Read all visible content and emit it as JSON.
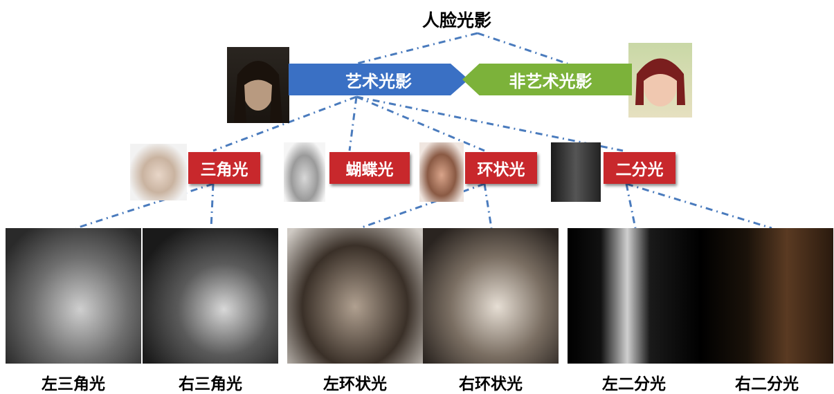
{
  "title": "人脸光影",
  "categories": {
    "art": "艺术光影",
    "non_art": "非艺术光影"
  },
  "art_types": [
    {
      "label": "三角光"
    },
    {
      "label": "蝴蝶光"
    },
    {
      "label": "环状光"
    },
    {
      "label": "二分光"
    }
  ],
  "examples": [
    {
      "label": "左三角光"
    },
    {
      "label": "右三角光"
    },
    {
      "label": "左环状光"
    },
    {
      "label": "右环状光"
    },
    {
      "label": "左二分光"
    },
    {
      "label": "右二分光"
    }
  ],
  "colors": {
    "art": "#3a70c4",
    "non_art": "#7cb23a",
    "type_box": "#c8282c",
    "connector": "#4a7bbd"
  }
}
